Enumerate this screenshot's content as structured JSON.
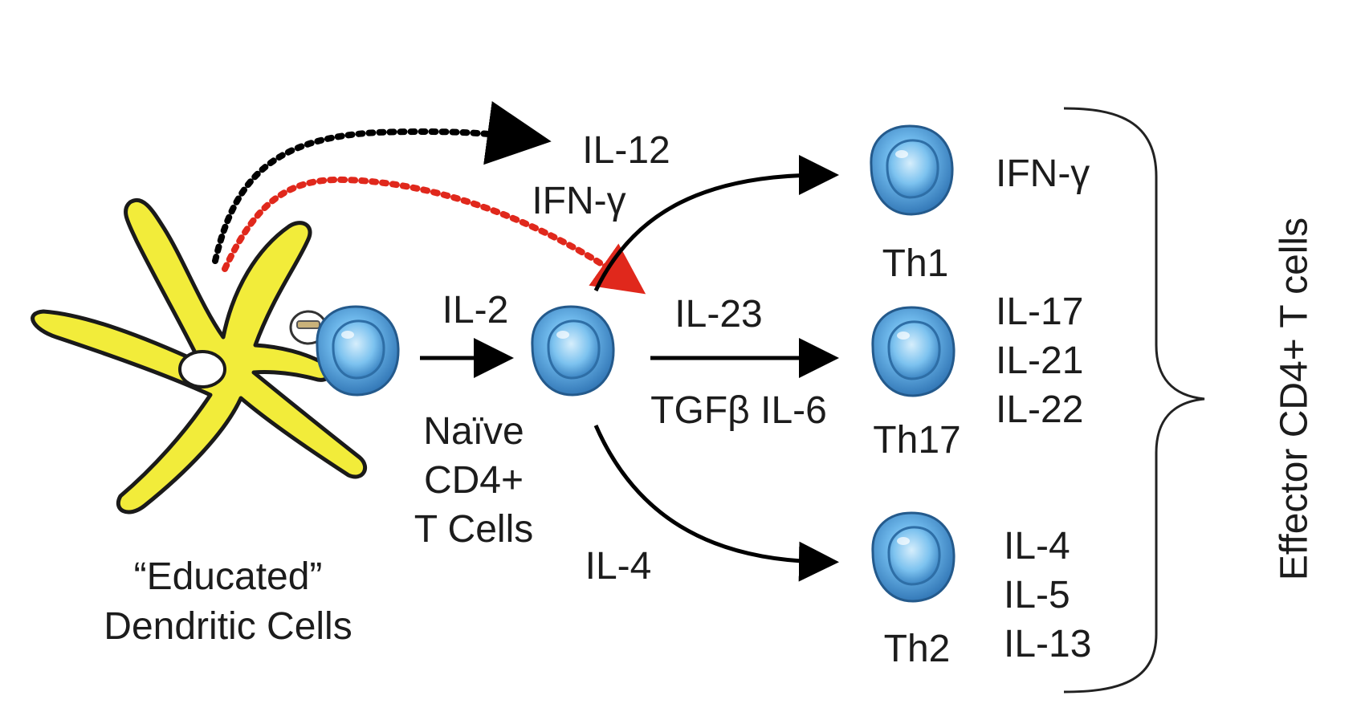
{
  "colors": {
    "dendritic_fill": "#f2ec3a",
    "dendritic_stroke": "#1a1a1a",
    "cell_fill": "#5aa9e0",
    "cell_dark": "#2f6fa8",
    "arrow_black": "#000000",
    "arrow_red": "#e0281c"
  },
  "icons": [
    "dendritic-cell-icon",
    "t-cell-icon"
  ],
  "labels": {
    "educated_line1": "“Educated”",
    "educated_line2": "Dendritic Cells",
    "naive_line1": "Naïve",
    "naive_line2": "CD4+",
    "naive_line3": "T Cells",
    "il2": "IL-2",
    "il12": "IL-12",
    "ifng_mid": "IFN-γ",
    "il23": "IL-23",
    "tgfb_il6": "TGFβ IL-6",
    "il4_mid": "IL-4",
    "effector": "Effector CD4+ T cells"
  },
  "subsets": [
    {
      "name": "Th1",
      "cytokines": [
        "IFN-γ"
      ]
    },
    {
      "name": "Th17",
      "cytokines": [
        "IL-17",
        "IL-21",
        "IL-22"
      ]
    },
    {
      "name": "Th2",
      "cytokines": [
        "IL-4",
        "IL-5",
        "IL-13"
      ]
    }
  ]
}
